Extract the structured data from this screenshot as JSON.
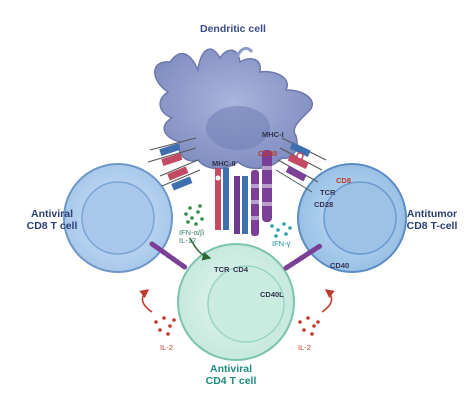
{
  "cells": {
    "dendritic": "Dendritic cell",
    "antiviral_cd8_line1": "Antiviral",
    "antiviral_cd8_line2": "CD8 T cell",
    "antitumor_cd8_line1": "Antitumor",
    "antitumor_cd8_line2": "CD8 T-cell",
    "antiviral_cd4_line1": "Antiviral",
    "antiviral_cd4_line2": "CD4 T cell"
  },
  "molecules": {
    "mhc1": "MHC-I",
    "mhc2": "MHC-II",
    "cd80": "CD80",
    "cd8": "CD8",
    "tcr_right": "TCR",
    "cd28": "CD28",
    "cd40": "CD40",
    "tcr_bottom": "TCR",
    "cd4": "CD4",
    "cd40l": "CD40L"
  },
  "cytokines": {
    "ifn_ab_line1": "IFN-α/β",
    "ifn_ab_line2": "IL-12",
    "ifn_g": "IFN-γ",
    "il2_left": "IL-2",
    "il2_right": "IL-2"
  },
  "colors": {
    "dc_fill": "#8f9cc9",
    "cd8_fill": "#b9d3ef",
    "cd4_fill": "#d3eee6",
    "receptor_red": "#c44a64",
    "receptor_purple": "#7b3f98",
    "receptor_blue": "#3e6fb0"
  }
}
